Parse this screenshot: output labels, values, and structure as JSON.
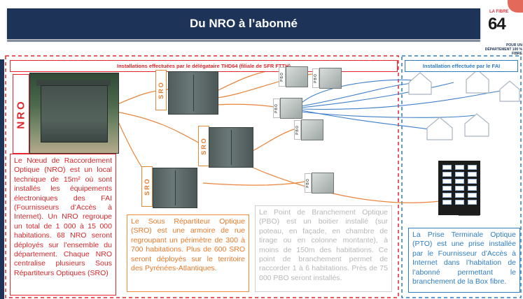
{
  "header": {
    "title": "Du  NRO à l’abonné"
  },
  "logo": {
    "super": "LA FIBRE",
    "number": "64",
    "tagline": "POUR UN DÉPARTEMENT 100 % FIBRE"
  },
  "sections": {
    "left_header": "Installations effectuées par le délégataire THD64 (filiale de SFR FTTH)",
    "right_header": "Installation effectuée par le FAI"
  },
  "labels": {
    "nro": "NRO",
    "sro": "SRO",
    "pbo": "PBO"
  },
  "descriptions": {
    "nro": "Le Nœud de Raccordement Optique (NRO) est un local technique de 15m² où sont installés les équipements électroniques des FAI (Fournisseurs d’Accès à Internet). Un NRO regroupe un total de 1 000 à 15 000 habitations. 68 NRO seront déployés sur l’ensemble du département. Chaque NRO centralise plusieurs Sous Répartiteurs Optiques (SRO)",
    "sro": "Le Sous Répartiteur Optique (SRO) est une armoire de rue regroupant un périmètre de 300 à 700 habitations. Plus de 600 SRO seront déployés sur le territoire des Pyrénées-Atlantiques.",
    "pbo": "Le Point de Branchement Optique (PBO) est un boitier installé (sur poteau, en façade, en chambre de tirage ou en colonne montante), à moins de 150m des habitations. Ce point de branchement permet de raccorder 1 à 6 habitations. Près de 75 000 PBO seront installés.",
    "pto": "La Prise Terminale Optique (PTO) est une prise installée par le Fournisseur d’Accès à Internet dans l’habitation de l’abonné permettant le branchement de la Box fibre."
  },
  "colors": {
    "nro": "#e0262a",
    "sro": "#e67a2a",
    "pbo": "#b8b8b8",
    "fai": "#2f7dc1",
    "title_bg": "#1d3358",
    "fiber_orange": "#e9843a",
    "fiber_blue": "#3f7fc9"
  }
}
